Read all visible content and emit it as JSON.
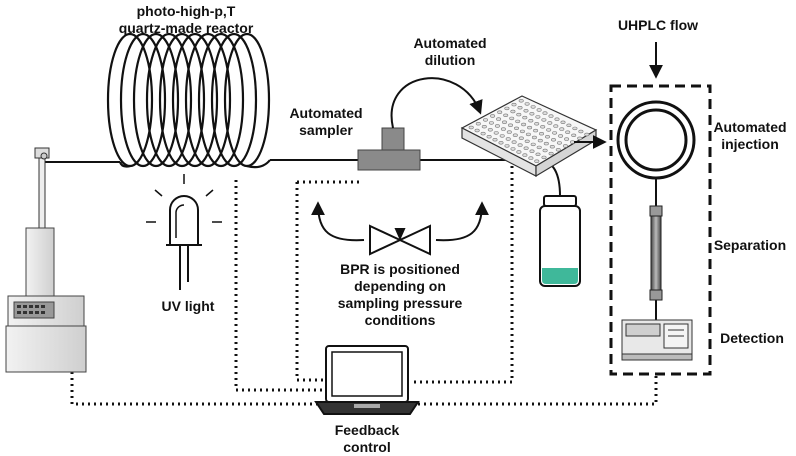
{
  "labels": {
    "reactor_line1": "photo-high-p,T",
    "reactor_line2": "quartz-made reactor",
    "automated_dilution_line1": "Automated",
    "automated_dilution_line2": "dilution",
    "automated_sampler_line1": "Automated",
    "automated_sampler_line2": "sampler",
    "uhplc_flow": "UHPLC flow",
    "automated_injection_line1": "Automated",
    "automated_injection_line2": "injection",
    "separation": "Separation",
    "detection": "Detection",
    "uv_light": "UV light",
    "bpr_line1": "BPR is positioned",
    "bpr_line2": "depending on",
    "bpr_line3": "sampling pressure",
    "bpr_line4": "conditions",
    "feedback_line1": "Feedback",
    "feedback_line2": "control"
  },
  "colors": {
    "line": "#111111",
    "sampler_fill": "#8a8a8a",
    "vial_liquid": "#3fb89a",
    "pump_body": "#e6e6e6",
    "uhplc_box_border": "#111111"
  },
  "icons": {
    "pump": "syringe-pump-icon",
    "reactor": "coil-reactor-icon",
    "uv_lamp": "uv-lamp-icon",
    "sampler": "t-junction-sampler-icon",
    "well_plate": "well-plate-icon",
    "vial": "collection-vial-icon",
    "bpr": "back-pressure-regulator-icon",
    "laptop": "laptop-icon",
    "injection_loop": "injection-loop-icon",
    "column": "hplc-column-icon",
    "detector": "detector-icon"
  }
}
